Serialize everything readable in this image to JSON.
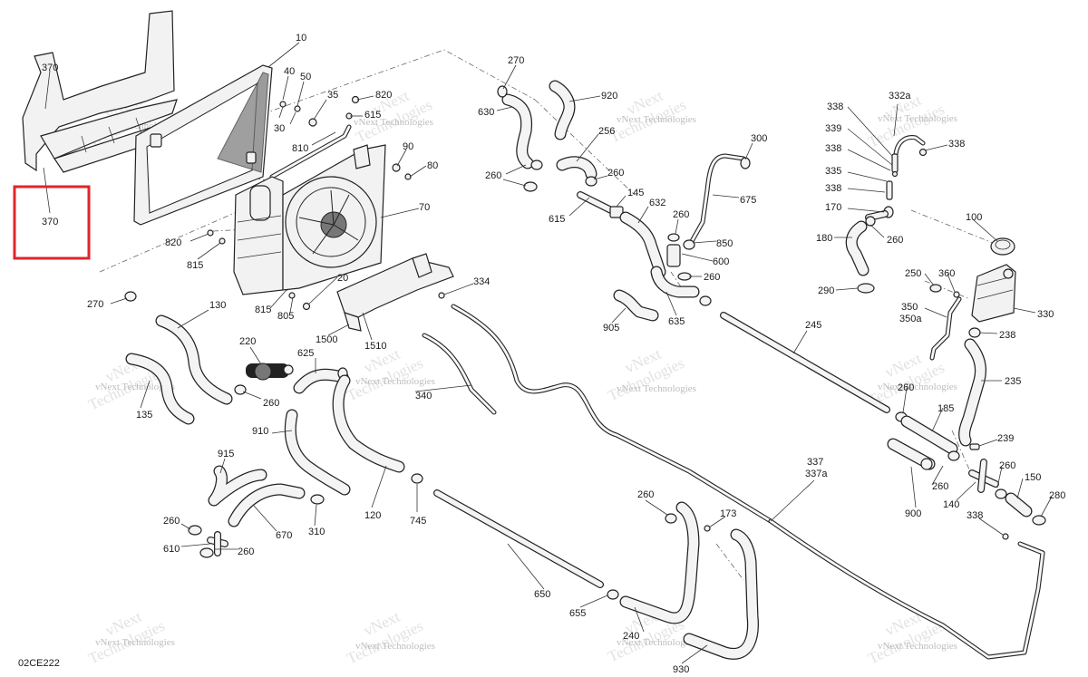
{
  "diagram": {
    "code": "02CE222",
    "highlighted_part": "370",
    "highlight_color": "#e0242b",
    "watermark_line1": "vNext",
    "watermark_line2": "vNext Technologies",
    "watermark_line3": "Technologies",
    "parts": [
      {
        "label": "10"
      },
      {
        "label": "40"
      },
      {
        "label": "50"
      },
      {
        "label": "35"
      },
      {
        "label": "820"
      },
      {
        "label": "30"
      },
      {
        "label": "615"
      },
      {
        "label": "810"
      },
      {
        "label": "90"
      },
      {
        "label": "80"
      },
      {
        "label": "370"
      },
      {
        "label": "370"
      },
      {
        "label": "70"
      },
      {
        "label": "820"
      },
      {
        "label": "815"
      },
      {
        "label": "270"
      },
      {
        "label": "130"
      },
      {
        "label": "20"
      },
      {
        "label": "815"
      },
      {
        "label": "805"
      },
      {
        "label": "1500"
      },
      {
        "label": "1510"
      },
      {
        "label": "334"
      },
      {
        "label": "220"
      },
      {
        "label": "260"
      },
      {
        "label": "625"
      },
      {
        "label": "340"
      },
      {
        "label": "135"
      },
      {
        "label": "910"
      },
      {
        "label": "915"
      },
      {
        "label": "120"
      },
      {
        "label": "745"
      },
      {
        "label": "670"
      },
      {
        "label": "310"
      },
      {
        "label": "260"
      },
      {
        "label": "610"
      },
      {
        "label": "260"
      },
      {
        "label": "270"
      },
      {
        "label": "630"
      },
      {
        "label": "920"
      },
      {
        "label": "256"
      },
      {
        "label": "260"
      },
      {
        "label": "260"
      },
      {
        "label": "615"
      },
      {
        "label": "145"
      },
      {
        "label": "632"
      },
      {
        "label": "300"
      },
      {
        "label": "675"
      },
      {
        "label": "260"
      },
      {
        "label": "850"
      },
      {
        "label": "600"
      },
      {
        "label": "260"
      },
      {
        "label": "905"
      },
      {
        "label": "635"
      },
      {
        "label": "245"
      },
      {
        "label": "650"
      },
      {
        "label": "655"
      },
      {
        "label": "240"
      },
      {
        "label": "930"
      },
      {
        "label": "260"
      },
      {
        "label": "173"
      },
      {
        "label": "337"
      },
      {
        "label": "337a"
      },
      {
        "label": "332a"
      },
      {
        "label": "338"
      },
      {
        "label": "339"
      },
      {
        "label": "338"
      },
      {
        "label": "338"
      },
      {
        "label": "335"
      },
      {
        "label": "338"
      },
      {
        "label": "170"
      },
      {
        "label": "180"
      },
      {
        "label": "260"
      },
      {
        "label": "100"
      },
      {
        "label": "250"
      },
      {
        "label": "360"
      },
      {
        "label": "290"
      },
      {
        "label": "350"
      },
      {
        "label": "350a"
      },
      {
        "label": "330"
      },
      {
        "label": "238"
      },
      {
        "label": "260"
      },
      {
        "label": "235"
      },
      {
        "label": "185"
      },
      {
        "label": "239"
      },
      {
        "label": "260"
      },
      {
        "label": "260"
      },
      {
        "label": "150"
      },
      {
        "label": "140"
      },
      {
        "label": "900"
      },
      {
        "label": "280"
      },
      {
        "label": "338"
      }
    ]
  }
}
